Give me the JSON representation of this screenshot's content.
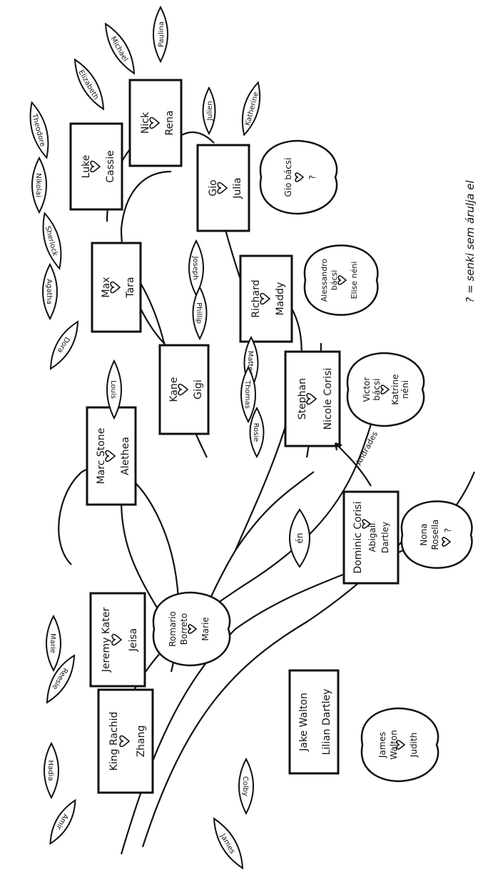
{
  "couples": {
    "king_rachid": {
      "a": "King Rachid",
      "b": "Zhang"
    },
    "jeremy_kater": {
      "a": "Jeremy Kater",
      "b": "Jeisa"
    },
    "marc_stone": {
      "a": "Marc Stone",
      "b": "Alethea"
    },
    "kane": {
      "a": "Kane",
      "b": "Gigi"
    },
    "max": {
      "a": "Max",
      "b": "Tara"
    },
    "luke": {
      "a": "Luke",
      "b": "Cassie"
    },
    "nick": {
      "a": "Nick",
      "b": "Rena"
    },
    "gio": {
      "a": "Gio",
      "b": "Julia"
    },
    "richard": {
      "a": "Richard",
      "b": "Maddy"
    },
    "stephan": {
      "a": "Stephan",
      "b": "Nicole Corisi"
    },
    "dominic": {
      "a": "Dominic Corisi",
      "b": "Abigail",
      "c": "Dartley"
    },
    "jake_walton": {
      "a": "Jake Walton",
      "b": "Lilian Dartley"
    }
  },
  "leaves": {
    "amir": "Amir",
    "hadia": "Hadia",
    "reesie": "Reesie",
    "marie": "Marie",
    "louis": "Louis",
    "dora": "Dora",
    "agatha": "Agatha",
    "sherlock": "Sherlock",
    "nikolai": "Nikolai",
    "theodore": "Theodore",
    "elizabeth": "Elizabeth",
    "michael": "Michael",
    "paulina": "Paulina",
    "julien": "Julien",
    "katherine": "Katherine",
    "joseph": "Joseph",
    "phillip": "Phillip",
    "matteo": "Matteo",
    "thomas": "Thomas",
    "rosie": "Rosie",
    "en": "én",
    "colby": "Colby",
    "james": "James"
  },
  "apples": {
    "romario": {
      "l1": "Romario",
      "l2": "Borreto",
      "l3": "Marie"
    },
    "gio_bacsi": {
      "l1": "Gio bácsi",
      "l2": "?"
    },
    "alessandro": {
      "l1": "Alessandro",
      "l2": "bácsi",
      "l3": "Elise néni"
    },
    "victor": {
      "l1": "Victor",
      "l2": "bácsi",
      "l3": "Katrine",
      "l4": "néni"
    },
    "nona": {
      "l1": "Nona",
      "l2": "Rosella",
      "l3": "?"
    },
    "james_walton": {
      "l1": "James",
      "l2": "Walton",
      "l3": "Judith"
    }
  },
  "annotations": {
    "andrades": "Andrades",
    "legend": "? = senki sem árulja el"
  }
}
